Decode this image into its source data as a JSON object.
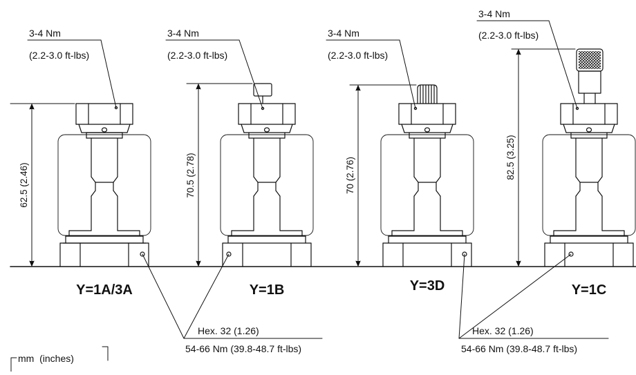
{
  "colors": {
    "ink": "#111111",
    "shade": "#cccccc",
    "background": "#ffffff"
  },
  "units_label": "mm  (inches)",
  "variants": [
    {
      "id": "1a3a",
      "label": "Y=1A/3A",
      "height_dim": "62.5 (2.46)",
      "torque_top": "3-4 Nm",
      "torque_top_imperial": "(2.2-3.0 ft-lbs)",
      "top_feature": "none"
    },
    {
      "id": "1b",
      "label": "Y=1B",
      "height_dim": "70.5 (2.78)",
      "torque_top": "3-4 Nm",
      "torque_top_imperial": "(2.2-3.0 ft-lbs)",
      "top_feature": "flat-knob"
    },
    {
      "id": "3d",
      "label": "Y=3D",
      "height_dim": "70 (2.76)",
      "torque_top": "3-4 Nm",
      "torque_top_imperial": "(2.2-3.0 ft-lbs)",
      "top_feature": "ribbed-knob"
    },
    {
      "id": "1c",
      "label": "Y=1C",
      "height_dim": "82.5 (3.25)",
      "torque_top": "3-4 Nm",
      "torque_top_imperial": "(2.2-3.0 ft-lbs)",
      "top_feature": "knurled-knob"
    }
  ],
  "hex_callouts": [
    {
      "hex": "Hex. 32 (1.26)",
      "torque": "54-66 Nm (39.8-48.7 ft-lbs)"
    },
    {
      "hex": "Hex. 32 (1.26)",
      "torque": "54-66 Nm (39.8-48.7 ft-lbs)"
    }
  ]
}
